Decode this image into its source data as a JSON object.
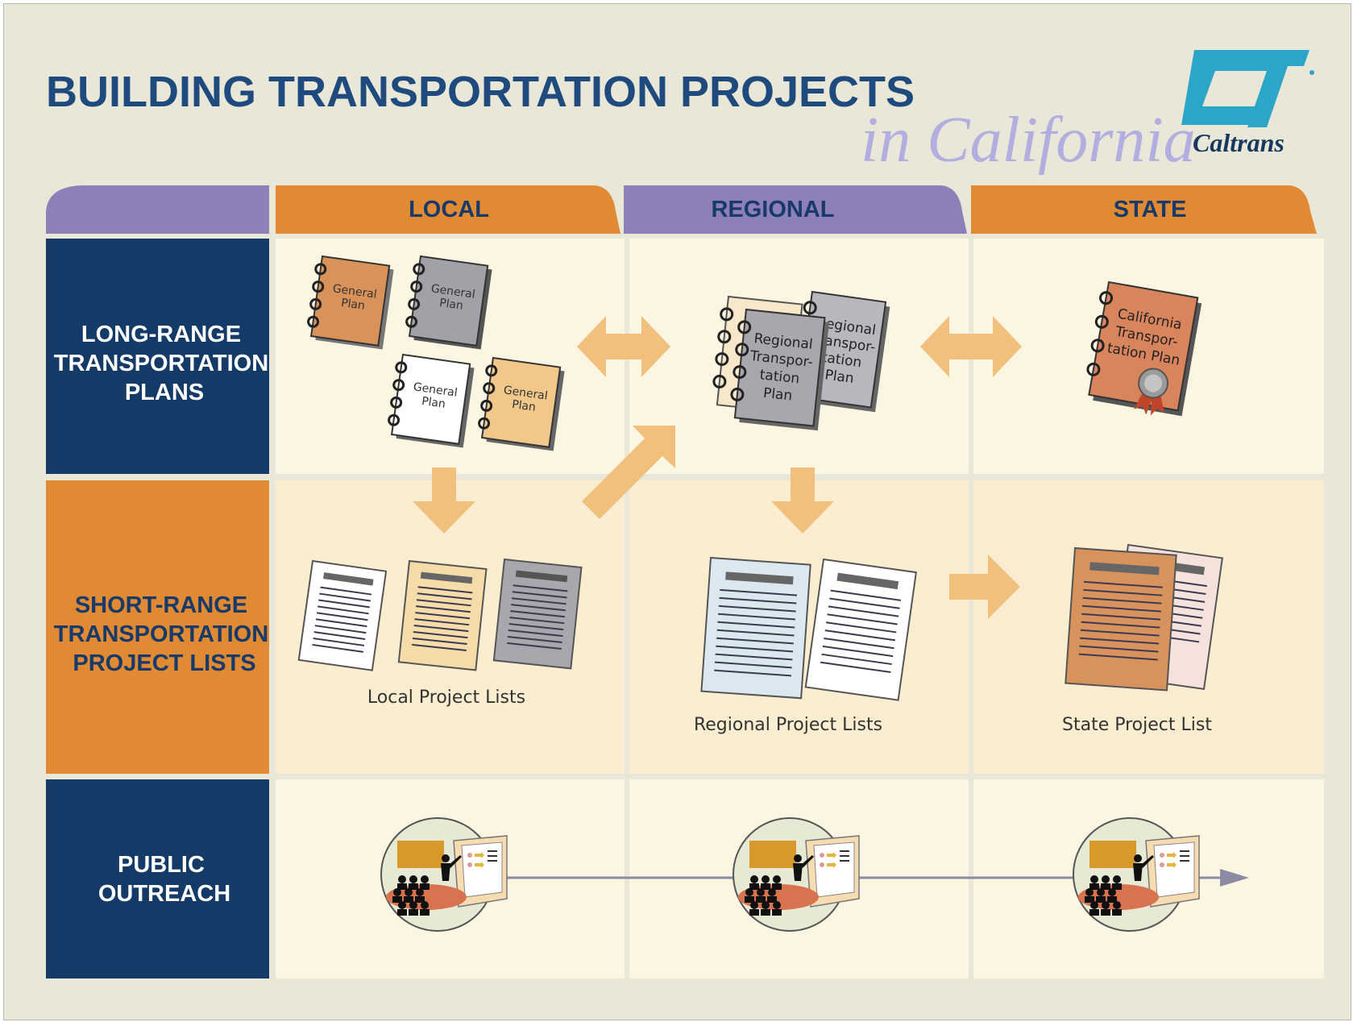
{
  "title": "BUILDING TRANSPORTATION PROJECTS",
  "subtitle": "in California",
  "logo": {
    "text": "Caltrans",
    "colors": {
      "teal": "#2ca6c8",
      "navy": "#17375e"
    }
  },
  "columns": [
    "LOCAL",
    "REGIONAL",
    "STATE"
  ],
  "rows": [
    {
      "label": [
        "LONG-RANGE",
        "TRANSPORTATION",
        "PLANS"
      ]
    },
    {
      "label": [
        "SHORT-RANGE",
        "TRANSPORTATION",
        "PROJECT LISTS"
      ]
    },
    {
      "label": [
        "PUBLIC",
        "OUTREACH"
      ]
    }
  ],
  "books": {
    "general": [
      "General",
      "Plan"
    ],
    "regional": [
      "Regional",
      "Transpor-",
      "tation",
      "Plan"
    ],
    "regional_back": [
      "Regional",
      "Transpor-",
      "tation",
      "Plan"
    ],
    "state": [
      "California",
      "Transpor-",
      "tation Plan"
    ]
  },
  "captions": {
    "local": "Local Project Lists",
    "regional": "Regional Project Lists",
    "state": "State Project List"
  },
  "colors": {
    "navy": "#143a68",
    "orange": "#e08a33",
    "purple": "#8e7fb8",
    "arrow": "#f0c07c",
    "cell": "#fbf6e2",
    "cell_mid": "#fbeed0"
  }
}
